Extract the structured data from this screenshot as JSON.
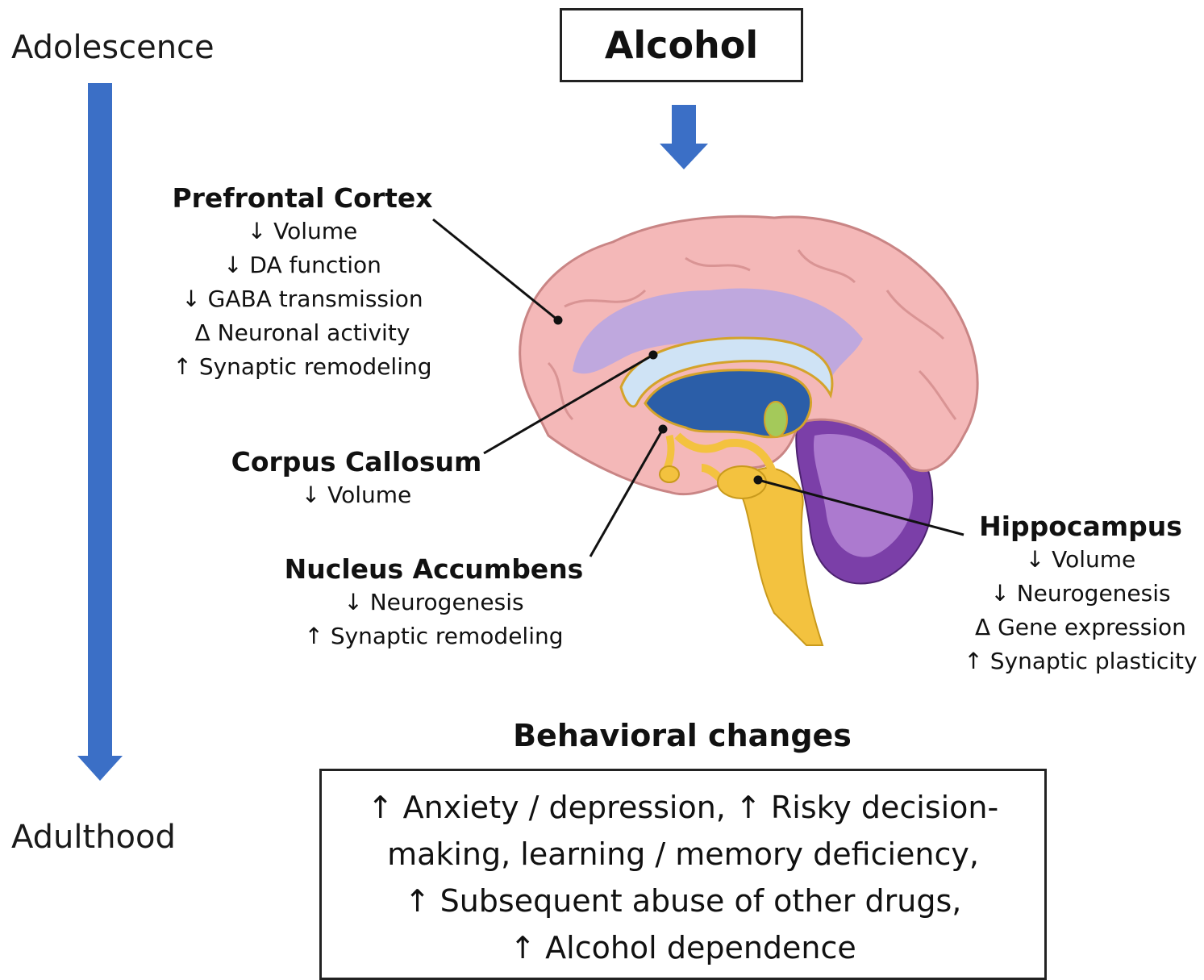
{
  "timeline": {
    "start_label": "Adolescence",
    "end_label": "Adulthood",
    "arrow_color": "#3b6fc6"
  },
  "substance": {
    "label": "Alcohol"
  },
  "regions": {
    "prefrontal_cortex": {
      "title": "Prefrontal Cortex",
      "effects": [
        "↓ Volume",
        "↓ DA function",
        "↓ GABA transmission",
        "Δ Neuronal activity",
        "↑ Synaptic remodeling"
      ]
    },
    "corpus_callosum": {
      "title": "Corpus Callosum",
      "effects": [
        "↓ Volume"
      ]
    },
    "nucleus_accumbens": {
      "title": "Nucleus Accumbens",
      "effects": [
        "↓ Neurogenesis",
        "↑ Synaptic remodeling"
      ]
    },
    "hippocampus": {
      "title": "Hippocampus",
      "effects": [
        "↓ Volume",
        "↓ Neurogenesis",
        "Δ Gene expression",
        "↑ Synaptic plasticity"
      ]
    }
  },
  "behavior": {
    "title": "Behavioral changes",
    "lines": [
      "↑ Anxiety / depression, ↑ Risky decision-",
      "making, learning / memory deficiency,",
      "↑ Subsequent abuse of other drugs,",
      "↑ Alcohol dependence"
    ]
  },
  "colors": {
    "cortex": "#f4b8b8",
    "cortex_outline": "#c98585",
    "inner_cortex": "#b9a6e2",
    "ventricle": "#2b5ea8",
    "callosum": "#cfe3f5",
    "brainstem": "#f3c23f",
    "cerebellum": "#7b3fa8"
  }
}
